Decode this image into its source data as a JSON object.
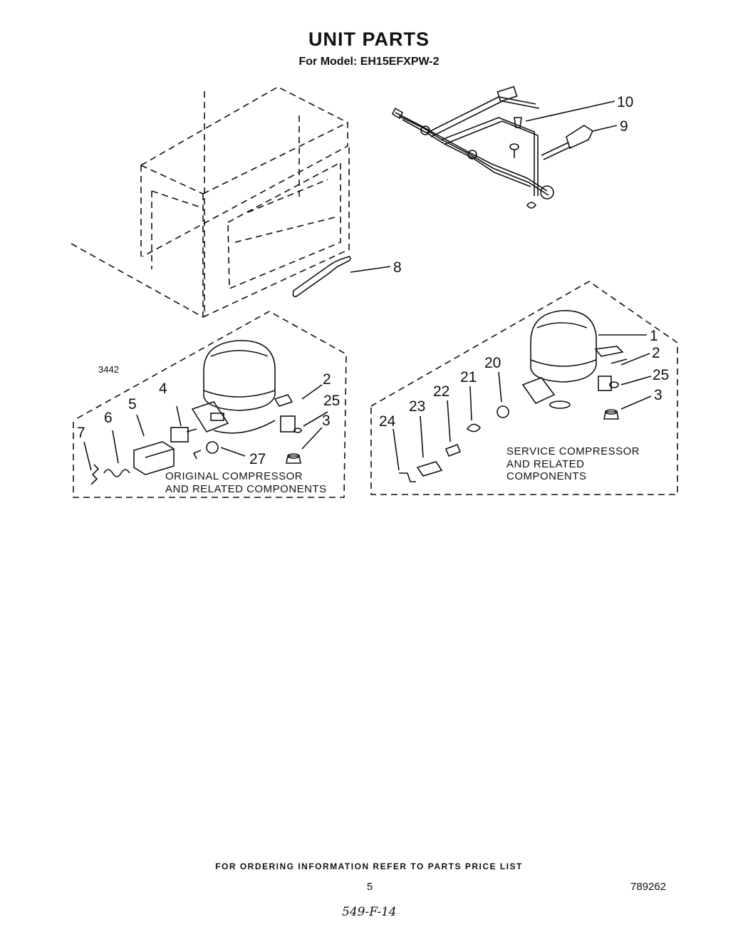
{
  "title": "UNIT PARTS",
  "model_line": "For Model: EH15EFXPW-2",
  "diagram_code": "3442",
  "callouts": {
    "c1": "1",
    "c2_orig": "2",
    "c2_svc": "2",
    "c3_orig": "3",
    "c3_svc": "3",
    "c4": "4",
    "c5": "5",
    "c6": "6",
    "c7": "7",
    "c8": "8",
    "c9": "9",
    "c10": "10",
    "c20": "20",
    "c21": "21",
    "c22": "22",
    "c23": "23",
    "c24": "24",
    "c25_orig": "25",
    "c25_svc": "25",
    "c27": "27"
  },
  "captions": {
    "original_1": "ORIGINAL COMPRESSOR",
    "original_2": "AND RELATED COMPONENTS",
    "service_1": "SERVICE COMPRESSOR",
    "service_2": "AND RELATED",
    "service_3": "COMPONENTS"
  },
  "footer": "FOR ORDERING INFORMATION REFER TO PARTS PRICE LIST",
  "page_number": "5",
  "doc_number": "789262",
  "handwritten_note": "549-F-14"
}
